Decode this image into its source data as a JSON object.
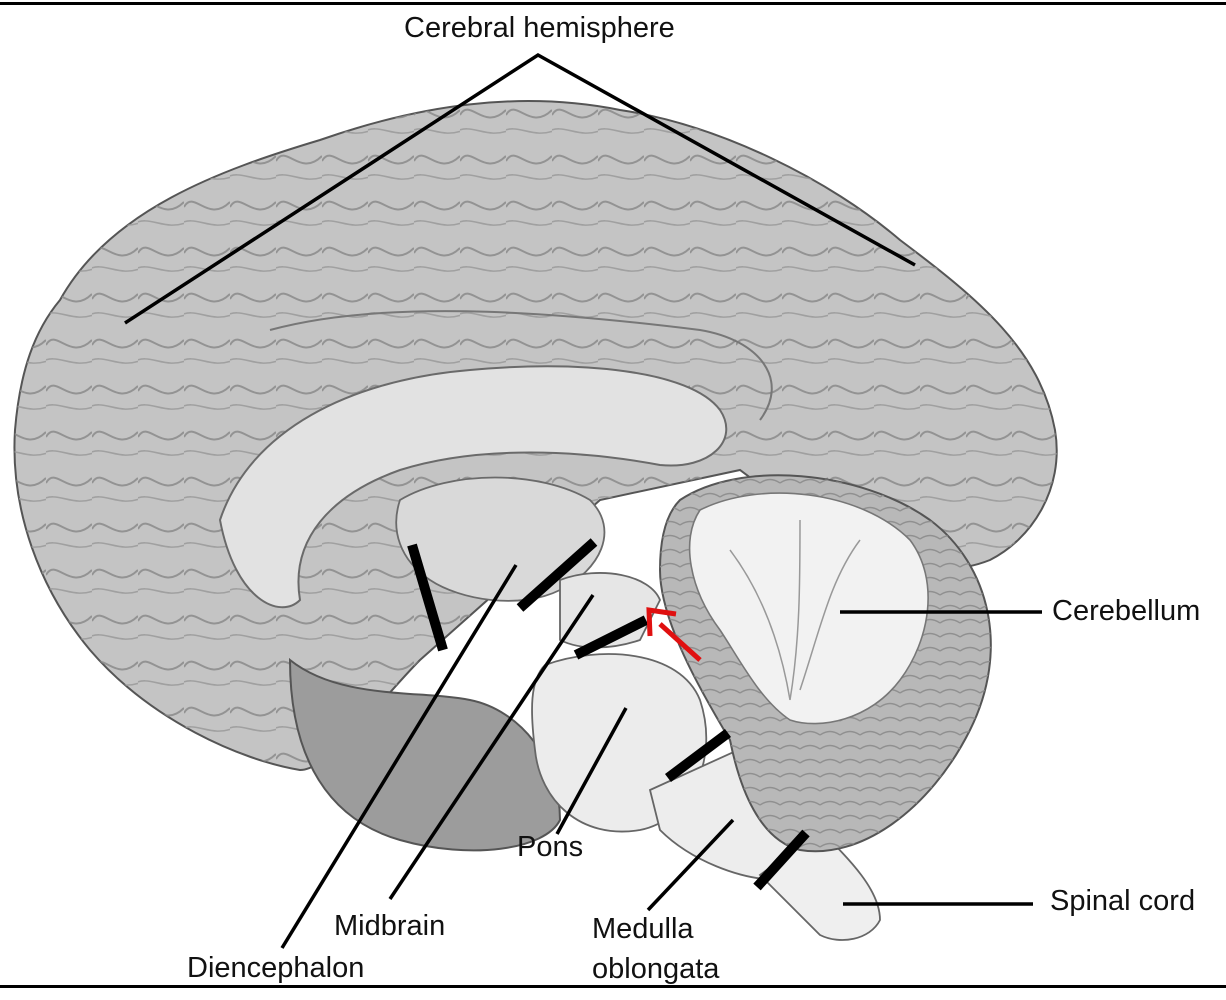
{
  "labels": {
    "cerebral_hemisphere": "Cerebral hemisphere",
    "cerebellum": "Cerebellum",
    "spinal_cord": "Spinal cord",
    "pons": "Pons",
    "midbrain": "Midbrain",
    "diencephalon": "Diencephalon",
    "medulla_line1": "Medulla",
    "medulla_line2": "oblongata"
  },
  "colors": {
    "leader": "#000000",
    "arrow": "#e01010",
    "cortex": "#bdbdbd",
    "white_matter": "#e4e4e4"
  }
}
